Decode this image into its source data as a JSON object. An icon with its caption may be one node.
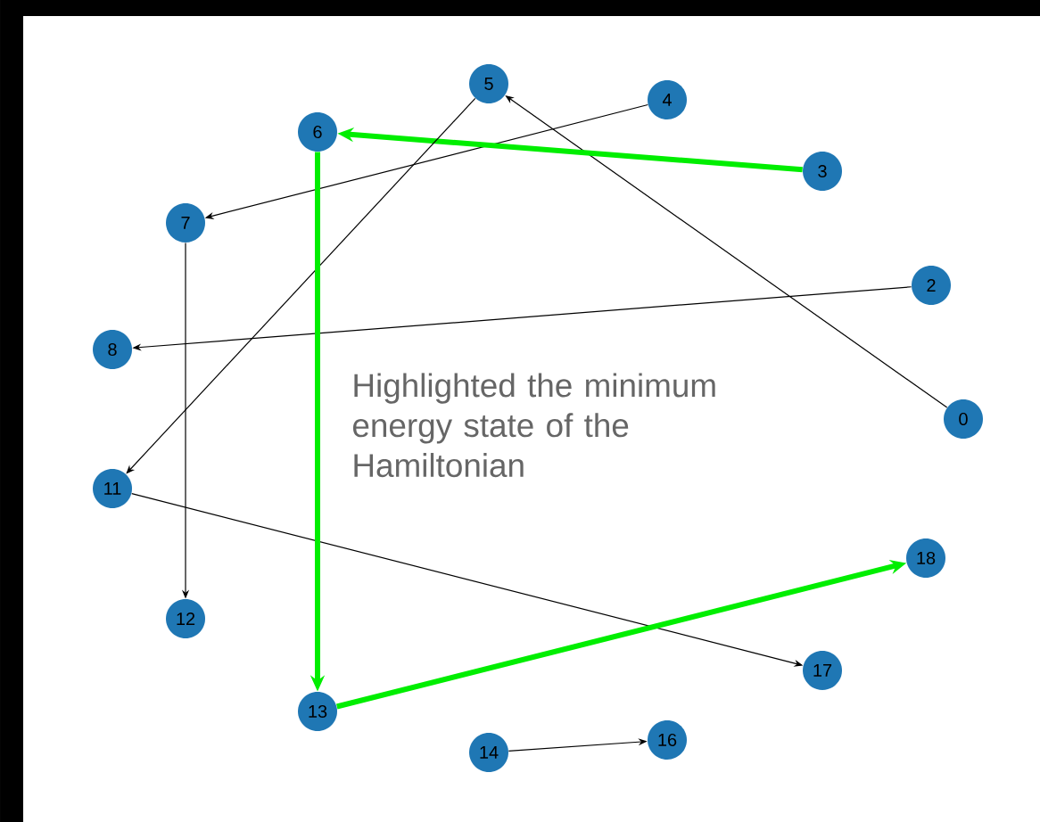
{
  "diagram": {
    "nodes": [
      {
        "text": [
          "0"
        ]
      },
      {
        "text": [
          "2"
        ]
      },
      {
        "text": [
          "3"
        ]
      },
      {
        "text": [
          "4"
        ]
      },
      {
        "text": [
          "5"
        ]
      },
      {
        "text": [
          "6"
        ]
      },
      {
        "text": [
          "7"
        ]
      },
      {
        "text": [
          "8"
        ]
      },
      {
        "text": [
          "11"
        ]
      },
      {
        "text": [
          "12"
        ]
      },
      {
        "text": [
          "13"
        ]
      },
      {
        "text": [
          "14"
        ]
      },
      {
        "text": [
          "16"
        ]
      },
      {
        "text": [
          "17"
        ]
      },
      {
        "text": [
          "18"
        ]
      }
    ],
    "edges": [
      {
        "from": 0,
        "to": 4,
        "arrow": "to"
      },
      {
        "from": 3,
        "to": 6,
        "arrow": "to"
      },
      {
        "from": 2,
        "to": 5,
        "arrow": "to",
        "style": "thick",
        "color": "#00ee00"
      },
      {
        "from": 1,
        "to": 7,
        "arrow": "to"
      },
      {
        "from": 4,
        "to": 8,
        "arrow": "to"
      },
      {
        "from": 6,
        "to": 9,
        "arrow": "to"
      },
      {
        "from": 8,
        "to": 13,
        "arrow": "to"
      },
      {
        "from": 5,
        "to": 10,
        "arrow": "to",
        "style": "thick",
        "color": "#00ee00"
      },
      {
        "from": 10,
        "to": 14,
        "arrow": "to",
        "style": "thick",
        "color": "#00ee00"
      },
      {
        "from": 11,
        "to": 12,
        "arrow": "to"
      }
    ],
    "labels": [
      "Highlighted the minimum energy state of the Hamiltonian"
    ]
  }
}
